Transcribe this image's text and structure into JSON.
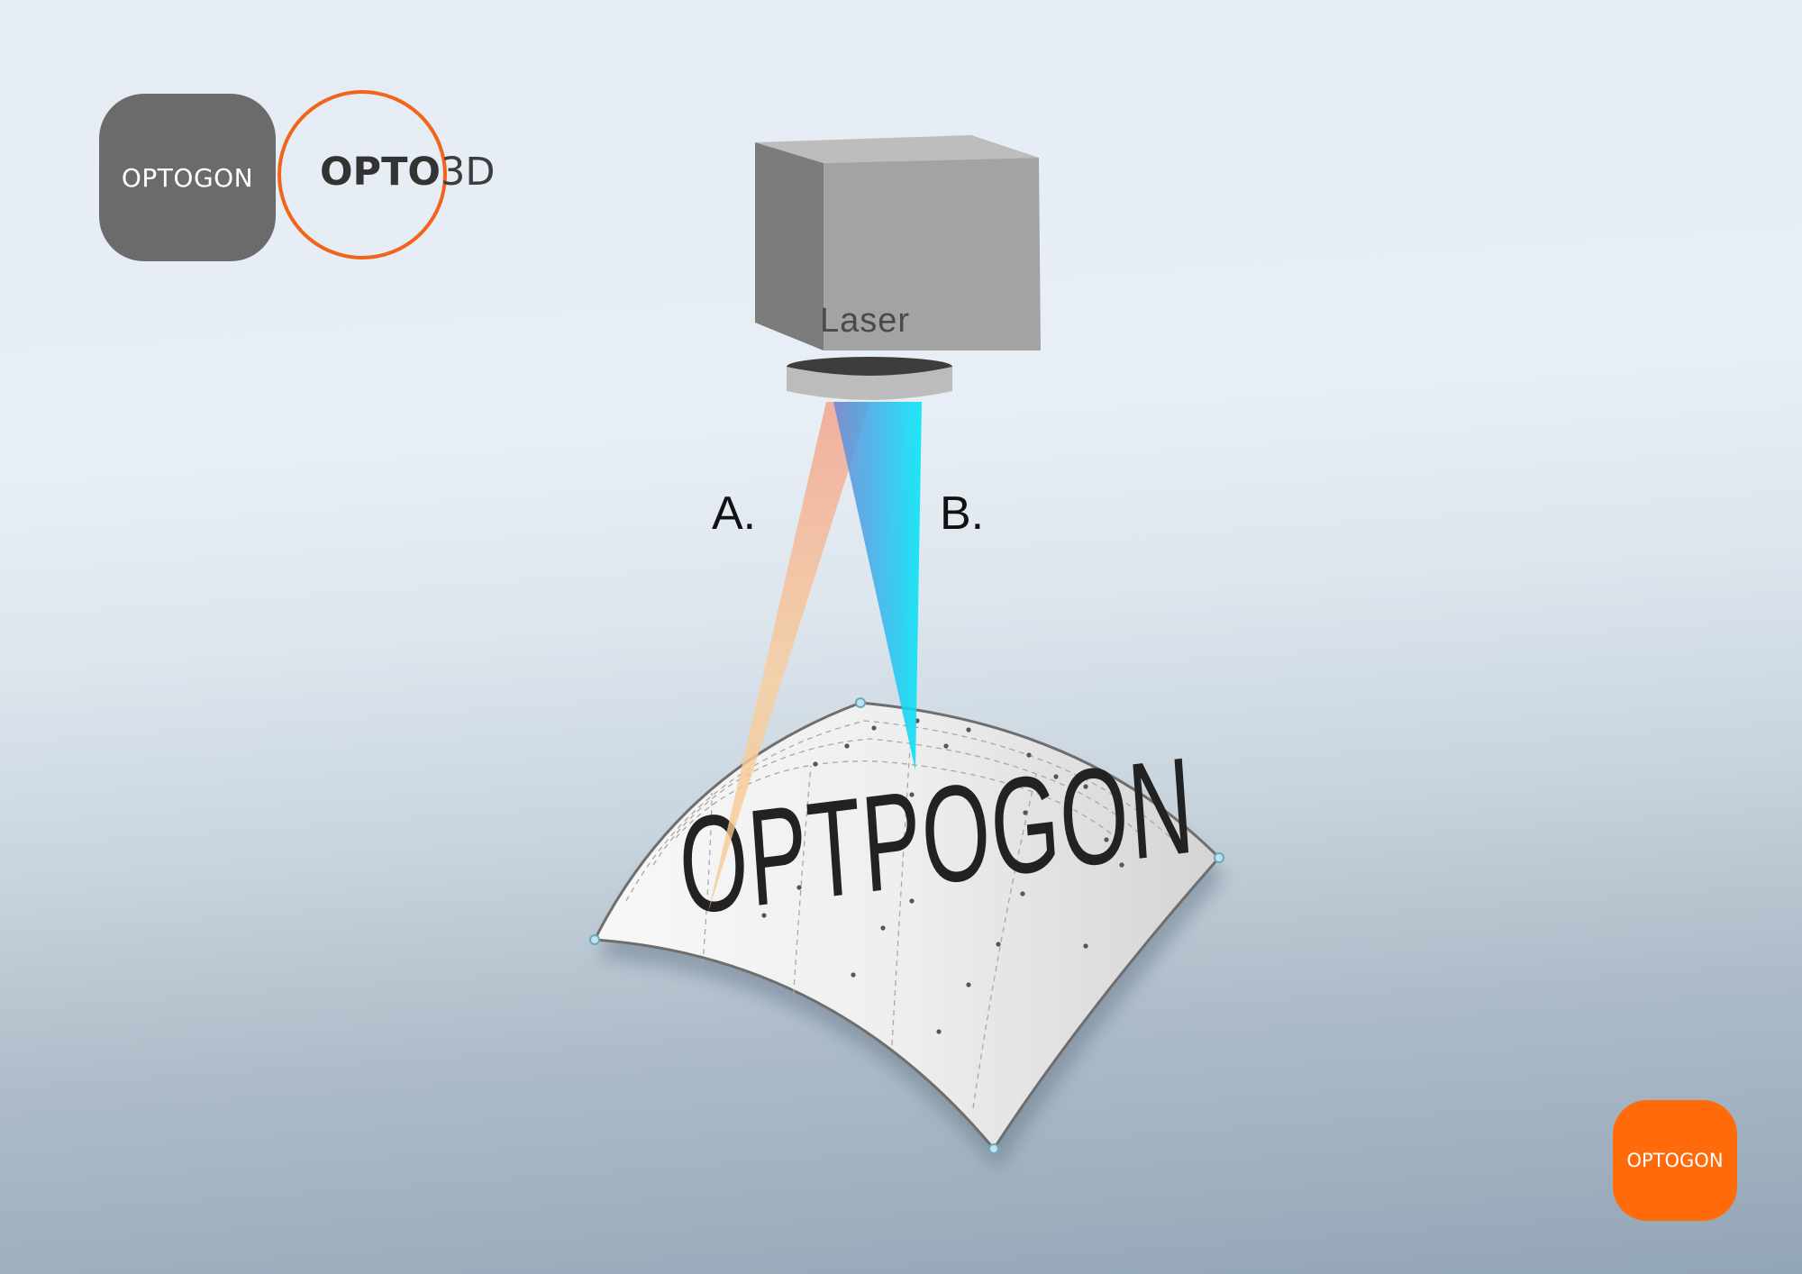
{
  "logo_main": {
    "text": "OPTOGON",
    "color": "#6b6b6b"
  },
  "logo_opto3d": {
    "bold": "OPTO",
    "light": "3D",
    "ring_color": "#f0641c"
  },
  "logo_corner": {
    "text": "OPTOGON",
    "color": "#ff6b0b"
  },
  "diagram": {
    "laser_label": "Laser",
    "beam_a_label": "A.",
    "beam_b_label": "B.",
    "surface_text": "OPTPOGON",
    "beam_a_colors": [
      "#f2b8a4",
      "#f6d6a4"
    ],
    "beam_b_colors": [
      "#5b8ee0",
      "#00e0f4"
    ]
  }
}
